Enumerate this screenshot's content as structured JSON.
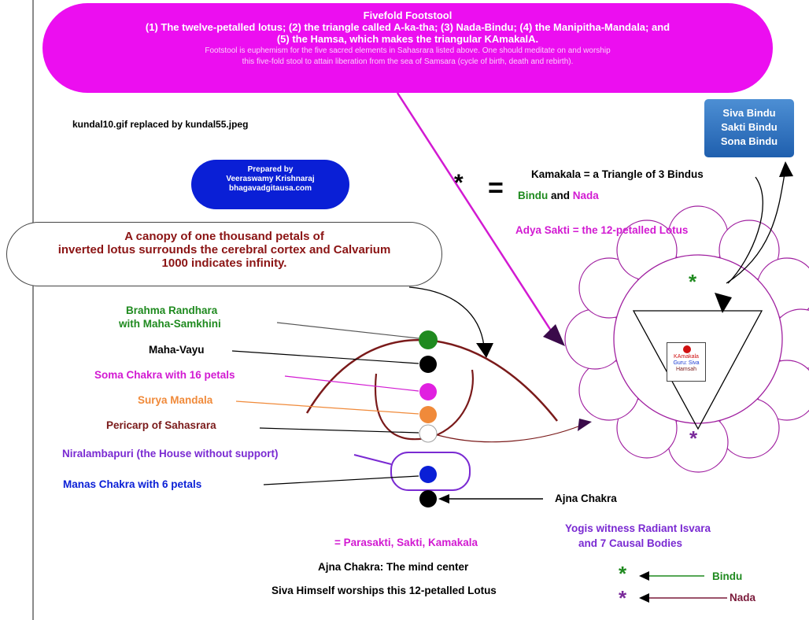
{
  "banner": {
    "title": "Fivefold Footstool",
    "line1": "(1) The twelve-petalled lotus; (2) the triangle called A-ka-tha; (3) Nada-Bindu; (4) the Manipitha-Mandala; and",
    "line2": "(5) the Hamsa, which makes the triangular KAmakalA.",
    "note1": "Footstool is euphemism for the five sacred elements in Sahasrara listed above. One should meditate on and worship",
    "note2": "this five-fold stool to attain liberation from the sea of Samsara (cycle of birth, death and rebirth)."
  },
  "replaced_note": "kundal10.gif replaced by kundal55.jpeg",
  "prepared": {
    "line1": "Prepared by",
    "line2": "Veeraswamy Krishnaraj",
    "line3": "bhagavadgitausa.com"
  },
  "canopy": {
    "line1": "A canopy of one thousand petals of",
    "line2": "inverted lotus surrounds the cerebral cortex and Calvarium",
    "line3": "1000 indicates infinity."
  },
  "bindus_box": [
    "Siva Bindu",
    "Sakti Bindu",
    "Sona Bindu"
  ],
  "equation": {
    "star": "*",
    "equals": "=",
    "kamakala": "Kamakala = a Triangle of 3 Bindus",
    "bindu_word": "Bindu",
    "and_word": "and",
    "nada_word": "Nada",
    "adya": "Adya Sakti = the 12-petalled Lotus"
  },
  "chakras": {
    "brahma1": "Brahma Randhara",
    "brahma2": "with Maha-Samkhini",
    "mahavayu": "Maha-Vayu",
    "soma": "Soma Chakra with 16 petals",
    "surya": "Surya Mandala",
    "pericarp": "Pericarp of Sahasrara",
    "niralamba": "Niralambapuri (the House without support)",
    "manas": "Manas Chakra with 6 petals",
    "ajna": "Ajna Chakra"
  },
  "lotus": {
    "inner1": "KAmakala",
    "inner2": "Guru: Siva",
    "inner3": "Hamsah",
    "star_top": "*",
    "star_bottom": "*"
  },
  "bottom": {
    "parasakti": "= Parasakti, Sakti, Kamakala",
    "mind": "Ajna Chakra: The mind center",
    "siva": "Siva Himself worships this 12-petalled Lotus",
    "yogis1": "Yogis witness Radiant Isvara",
    "yogis2": "and 7 Causal Bodies"
  },
  "legend": {
    "bindu_star": "*",
    "bindu": "Bindu",
    "nada_star": "*",
    "nada": "Nada"
  },
  "colors": {
    "banner": "#ec0ef0",
    "green": "#1f8a1f",
    "magenta": "#d21ad2",
    "purple": "#7a2a9a",
    "orange": "#f08a3a",
    "blue": "#0a1fd6",
    "maroon": "#8b1414"
  }
}
